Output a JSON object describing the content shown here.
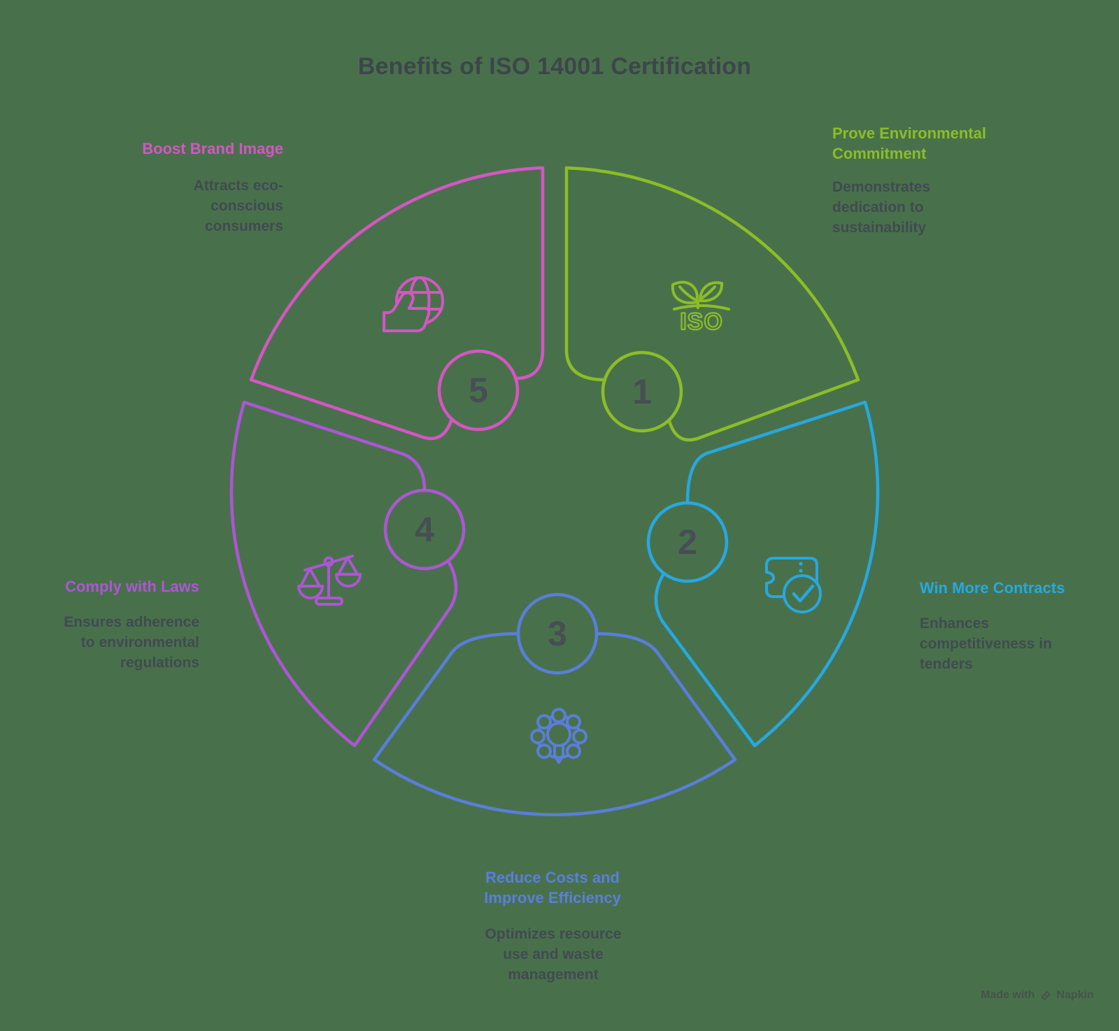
{
  "title": "Benefits of ISO 14001 Certification",
  "background_color": "#48714b",
  "title_color": "#3d454a",
  "body_text_color": "#414a51",
  "number_color": "#474e54",
  "segments": [
    {
      "number": "1",
      "label": "Prove Environmental Commitment",
      "description": "Demonstrates dedication to sustainability",
      "color": "#8cbd28",
      "icon": "sprout-iso-icon",
      "icon_text": "ISO"
    },
    {
      "number": "2",
      "label": "Win More Contracts",
      "description": "Enhances competitiveness in tenders",
      "color": "#27a8e0",
      "icon": "ticket-check-icon"
    },
    {
      "number": "3",
      "label": "Reduce Costs and Improve Efficiency",
      "description": "Optimizes resource use and waste management",
      "color": "#5a7edb",
      "icon": "gear-lightbulb-icon"
    },
    {
      "number": "4",
      "label": "Comply with Laws",
      "description": "Ensures adherence to environmental regulations",
      "color": "#ae55d6",
      "icon": "scales-icon"
    },
    {
      "number": "5",
      "label": "Boost Brand Image",
      "description": "Attracts eco-conscious consumers",
      "color": "#d655c4",
      "icon": "globe-thumbs-up-icon"
    }
  ],
  "footer": {
    "made_with": "Made with",
    "brand": "Napkin"
  }
}
